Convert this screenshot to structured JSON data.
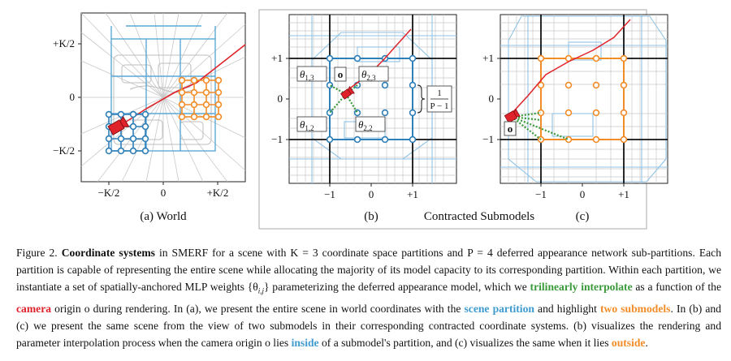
{
  "figure": {
    "panel_a": {
      "y_ticks": [
        "+K/2",
        "0",
        "−K/2"
      ],
      "x_ticks": [
        "−K/2",
        "0",
        "+K/2"
      ],
      "caption": "(a) World"
    },
    "panel_b": {
      "y_ticks": [
        "+1",
        "0",
        "−1"
      ],
      "x_ticks": [
        "−1",
        "0",
        "+1"
      ],
      "labels": {
        "theta13": "θ",
        "theta13_sub": "1,3",
        "o": "o",
        "theta23": "θ",
        "theta23_sub": "2,3",
        "theta12": "θ",
        "theta12_sub": "1,2",
        "theta22": "θ",
        "theta22_sub": "2,2",
        "frac_num": "1",
        "frac_den": "P − 1"
      },
      "caption": "(b)"
    },
    "panel_c": {
      "y_ticks": [
        "+1",
        "0",
        "−1"
      ],
      "x_ticks": [
        "−1",
        "0",
        "+1"
      ],
      "o_label": "o",
      "caption": "(c)"
    },
    "middle_caption": "Contracted Submodels"
  },
  "caption": {
    "fig_label": "Figure 2.",
    "bold_title": "Coordinate systems",
    "s1": " in SMERF for a scene with K = 3 coordinate space partitions and P = 4 deferred appearance network sub-partitions. Each partition is capable of representing the entire scene while allocating the majority of its model capacity to its corresponding partition. Within each partition, we instantiate a set of spatially-anchored MLP weights {θ",
    "s1_sub": "i,j",
    "s2": "} parameterizing the deferred appearance model, which we ",
    "trilinear": "trilinearly interpolate",
    "s3": " as a function of the ",
    "camera": "camera",
    "s4": " origin o during rendering. In (a), we present the entire scene in world coordinates with the ",
    "scene_partition": "scene partition",
    "s5": " and highlight ",
    "two_submodels": "two submodels",
    "s6": ". In (b) and (c) we present the same scene from the view of two submodels in their corresponding contracted coordinate systems. (b) visualizes the rendering and parameter interpolation process when the camera origin o lies ",
    "inside": "inside",
    "s7": " of a submodel's partition, and (c) visualizes the same when it lies ",
    "outside": "outside",
    "s8": "."
  },
  "colors": {
    "blue": "#3f9bcf",
    "orange": "#f28c28",
    "red": "#e0232b",
    "green": "#3a9a3a",
    "grid": "#b9b9b9"
  }
}
